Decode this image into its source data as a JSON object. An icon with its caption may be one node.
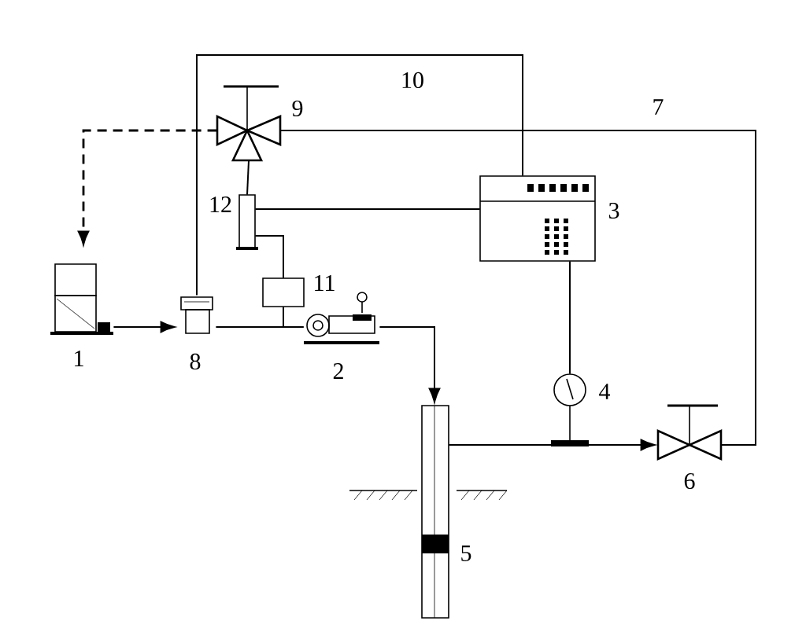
{
  "diagram": {
    "nodes": [
      {
        "text": [
          "1"
        ]
      },
      {
        "text": [
          "8"
        ]
      },
      {
        "text": [
          "2"
        ]
      },
      {
        "text": [
          "11"
        ]
      },
      {
        "text": [
          "12"
        ]
      },
      {
        "text": [
          "9"
        ]
      },
      {
        "text": [
          "3"
        ]
      },
      {
        "text": [
          "4"
        ]
      },
      {
        "text": [
          "5"
        ]
      },
      {
        "text": [
          "6"
        ]
      }
    ],
    "edges": [
      {
        "from": 0,
        "to": 1,
        "arrow": "to"
      },
      {
        "from": 1,
        "to": 2,
        "arrow": "none"
      },
      {
        "from": 3,
        "to": 2,
        "arrow": "none"
      },
      {
        "from": 4,
        "to": 3,
        "arrow": "none"
      },
      {
        "from": 4,
        "to": 5,
        "arrow": "none"
      },
      {
        "from": 4,
        "to": 6,
        "arrow": "none"
      },
      {
        "from": 1,
        "to": 6,
        "arrow": "none",
        "label": "10"
      },
      {
        "from": 5,
        "to": 9,
        "arrow": "none",
        "label": "7"
      },
      {
        "from": 5,
        "to": 0,
        "arrow": "to",
        "style": "dashed"
      },
      {
        "from": 2,
        "to": 8,
        "arrow": "to"
      },
      {
        "from": 8,
        "to": 9,
        "arrow": "to"
      },
      {
        "from": 6,
        "to": 7,
        "arrow": "none"
      }
    ]
  }
}
